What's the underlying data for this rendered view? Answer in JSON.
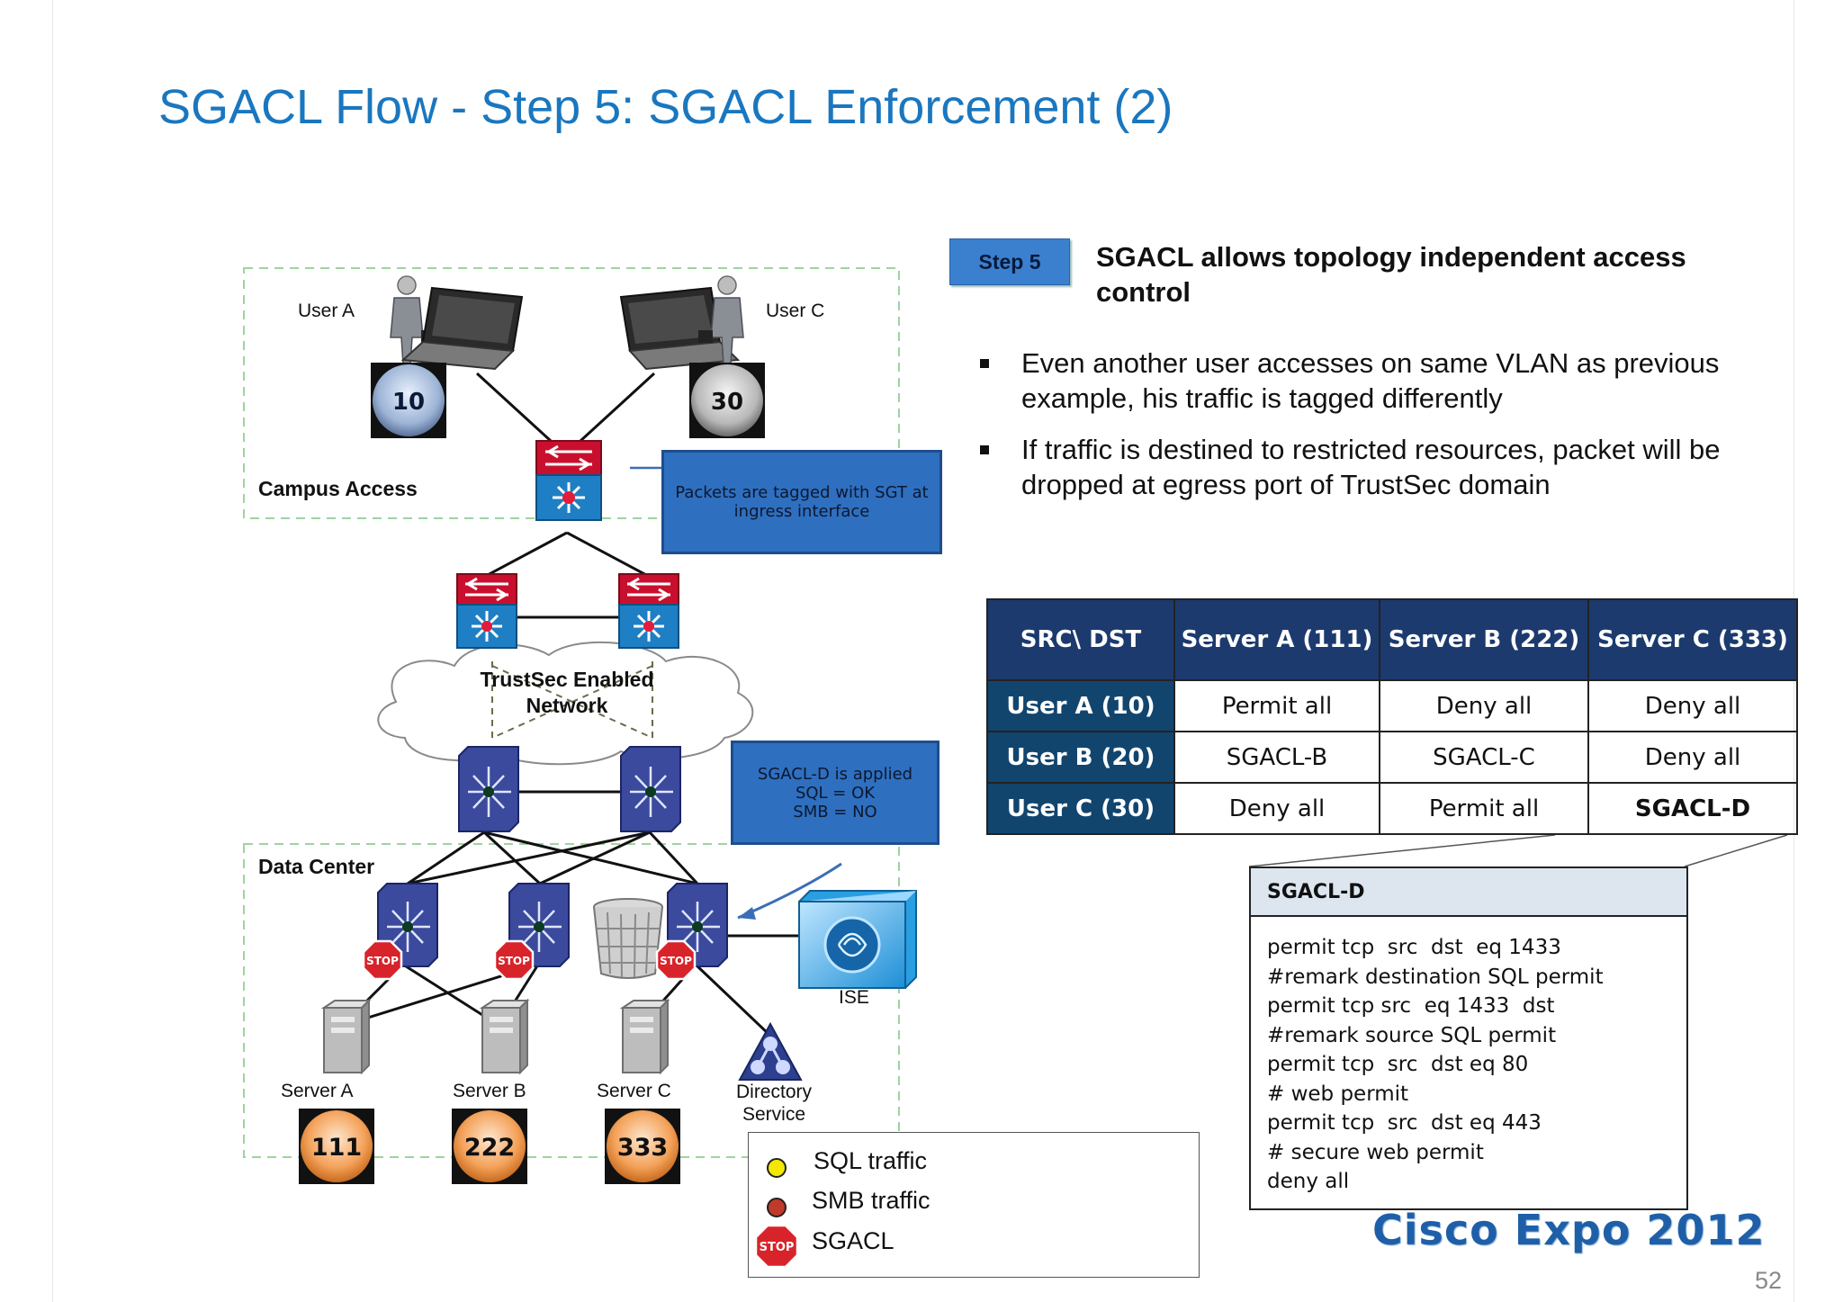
{
  "slide": {
    "title": "SGACL Flow - Step 5: SGACL Enforcement (2)",
    "page_number": "52",
    "brand": "Cisco Expo 2012"
  },
  "step": {
    "badge": "Step 5",
    "heading": "SGACL allows topology independent access control",
    "bullets": [
      "Even another user accesses on same VLAN as previous example, his traffic is tagged differently",
      "If traffic is destined to restricted resources, packet will be dropped at egress port of TrustSec domain"
    ]
  },
  "diagram": {
    "zones": {
      "campus": "Campus Access",
      "datacenter": "Data Center",
      "cloud_line1": "TrustSec Enabled",
      "cloud_line2": "Network"
    },
    "users": [
      {
        "label": "User A",
        "sgt": "10"
      },
      {
        "label": "User C",
        "sgt": "30"
      }
    ],
    "servers": [
      {
        "label": "Server A",
        "sgt": "111"
      },
      {
        "label": "Server B",
        "sgt": "222"
      },
      {
        "label": "Server C",
        "sgt": "333"
      }
    ],
    "ise_label": "ISE",
    "directory_line1": "Directory",
    "directory_line2": "Service",
    "stop_text": "STOP",
    "callout_tagging": {
      "line1": "Packets are tagged with SGT at",
      "line2": "ingress interface"
    },
    "callout_sgacl": {
      "line1": "SGACL-D is applied",
      "line2": "SQL = OK",
      "line3": "SMB = NO"
    },
    "colors": {
      "sql_traffic": "#f5e800",
      "smb_traffic": "#c0392b",
      "switch_red": "#c8102e",
      "switch_blue": "#1f7fc4",
      "dc_switch": "#3b4a9c",
      "callout": "#2f6fbf"
    }
  },
  "legend": {
    "items": [
      {
        "label": "SQL traffic",
        "icon": "yellow-dot-icon"
      },
      {
        "label": "SMB traffic",
        "icon": "red-dot-icon"
      },
      {
        "label": "SGACL",
        "icon": "stop-sign-icon"
      }
    ],
    "stop_text": "STOP"
  },
  "matrix": {
    "corner": "SRC\\ DST",
    "columns": [
      "Server A (111)",
      "Server B (222)",
      "Server C (333)"
    ],
    "rows": [
      {
        "src": "User A (10)",
        "cells": [
          "Permit all",
          "Deny all",
          "Deny all"
        ]
      },
      {
        "src": "User B (20)",
        "cells": [
          "SGACL-B",
          "SGACL-C",
          "Deny all"
        ]
      },
      {
        "src": "User C (30)",
        "cells": [
          "Deny all",
          "Permit all",
          "SGACL-D"
        ]
      }
    ]
  },
  "sgacl_d": {
    "title": "SGACL-D",
    "lines": [
      "permit tcp  src  dst  eq 1433",
      "#remark destination SQL permit",
      "permit tcp src  eq 1433  dst",
      "#remark source SQL permit",
      "permit tcp  src  dst eq 80",
      "# web permit",
      "permit tcp  src  dst eq 443",
      "# secure web permit",
      "deny all"
    ]
  }
}
